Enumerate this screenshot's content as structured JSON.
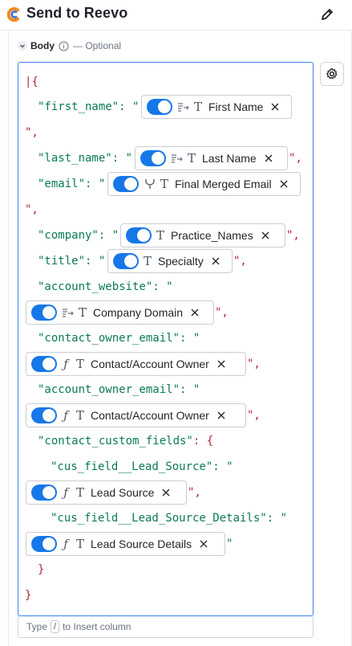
{
  "header": {
    "title": "Send to Reevo"
  },
  "section": {
    "label": "Body",
    "optional": "— Optional"
  },
  "editor": {
    "open_brace": "{",
    "lines": {
      "first_name_key": "\"first_name\"",
      "last_name_key": "\"last_name\"",
      "email_key": "\"email\"",
      "company_key": "\"company\"",
      "title_key": "\"title\"",
      "account_website_key": "\"account_website\"",
      "contact_owner_email_key": "\"contact_owner_email\"",
      "account_owner_email_key": "\"account_owner_email\"",
      "contact_custom_fields_key": "\"contact_custom_fields\"",
      "lead_source_key": "\"cus_field__Lead_Source\"",
      "lead_source_details_key": "\"cus_field__Lead_Source_Details\""
    },
    "sep_open": ": \"",
    "sep_close_comma": "\",",
    "sep_close": "\"",
    "obj_open": ": {",
    "inner_close": "}",
    "outer_close": "}"
  },
  "chips": {
    "first_name": "First Name",
    "last_name": "Last Name",
    "email": "Final Merged Email",
    "company": "Practice_Names",
    "title": "Specialty",
    "account_website": "Company Domain",
    "contact_owner": "Contact/Account Owner",
    "account_owner": "Contact/Account Owner",
    "lead_source": "Lead Source",
    "lead_source_details": "Lead Source Details"
  },
  "footer": {
    "before": "Type",
    "key": "/",
    "after": "to Insert column"
  },
  "colors": {
    "accent": "#1677e8",
    "editor_border": "#3b82f6",
    "json_key": "#0b7a53",
    "json_punct": "#b5283b"
  },
  "icons": [
    "reevo-logo-icon",
    "pencil-icon",
    "chevron-down-icon",
    "info-icon",
    "gear-icon",
    "toggle-on-icon",
    "transform-icon",
    "merge-icon",
    "function-icon",
    "text-type-icon",
    "close-icon"
  ]
}
